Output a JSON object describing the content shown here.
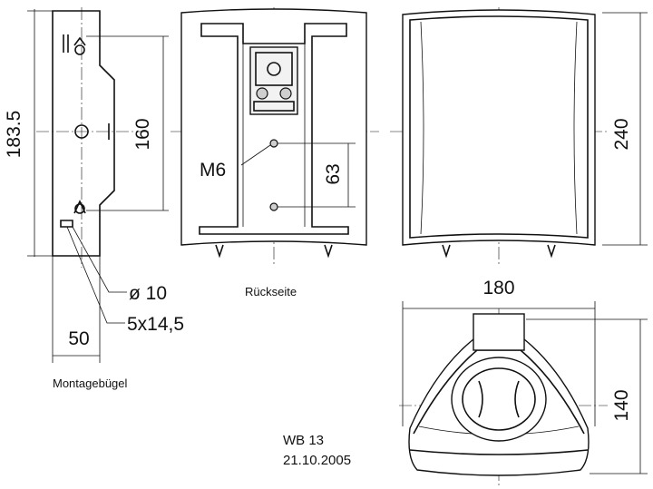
{
  "dims": {
    "mount_height": "183.5",
    "mount_hole_spacing": "160",
    "mount_width": "50",
    "hole_diameter": "ø 10",
    "slot_size": "5x14,5",
    "thread": "M6",
    "thread_spacing": "63",
    "height": "240",
    "width": "180",
    "depth": "140"
  },
  "labels": {
    "back_view": "Rückseite",
    "mount_bracket": "Montagebügel",
    "model": "WB 13",
    "date": "21.10.2005"
  }
}
